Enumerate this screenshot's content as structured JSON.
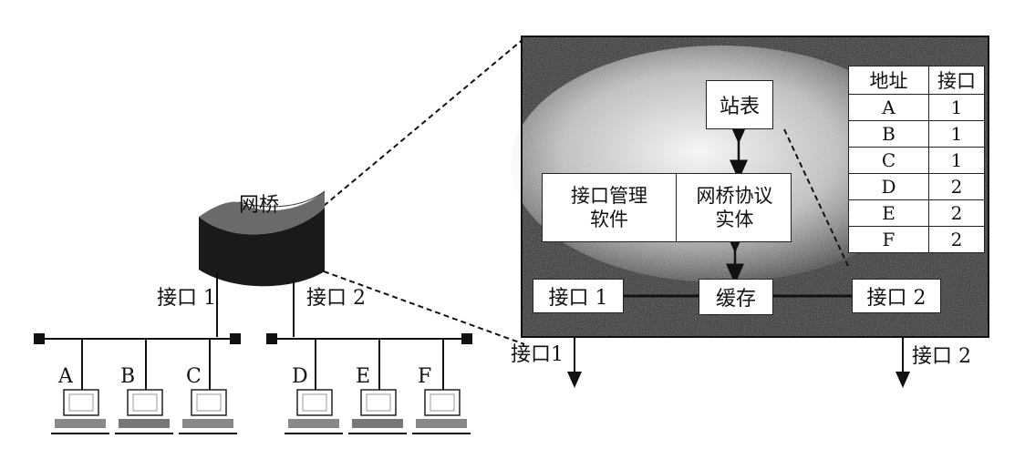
{
  "bridge": {
    "label": "网桥"
  },
  "lan": {
    "port1_label": "接口 1",
    "port2_label": "接口 2",
    "segment1_hosts": [
      "A",
      "B",
      "C"
    ],
    "segment2_hosts": [
      "D",
      "E",
      "F"
    ]
  },
  "detail": {
    "station_table_box": "站表",
    "port_mgmt_line1": "接口管理",
    "port_mgmt_line2": "软件",
    "protocol_line1": "网桥协议",
    "protocol_line2": "实体",
    "buffer": "缓存",
    "port1": "接口 1",
    "port2": "接口 2",
    "out1": "接口1",
    "out2": "接口 2"
  },
  "station_table": {
    "headers": [
      "地址",
      "接口"
    ],
    "rows": [
      [
        "A",
        "1"
      ],
      [
        "B",
        "1"
      ],
      [
        "C",
        "1"
      ],
      [
        "D",
        "2"
      ],
      [
        "E",
        "2"
      ],
      [
        "F",
        "2"
      ]
    ]
  }
}
